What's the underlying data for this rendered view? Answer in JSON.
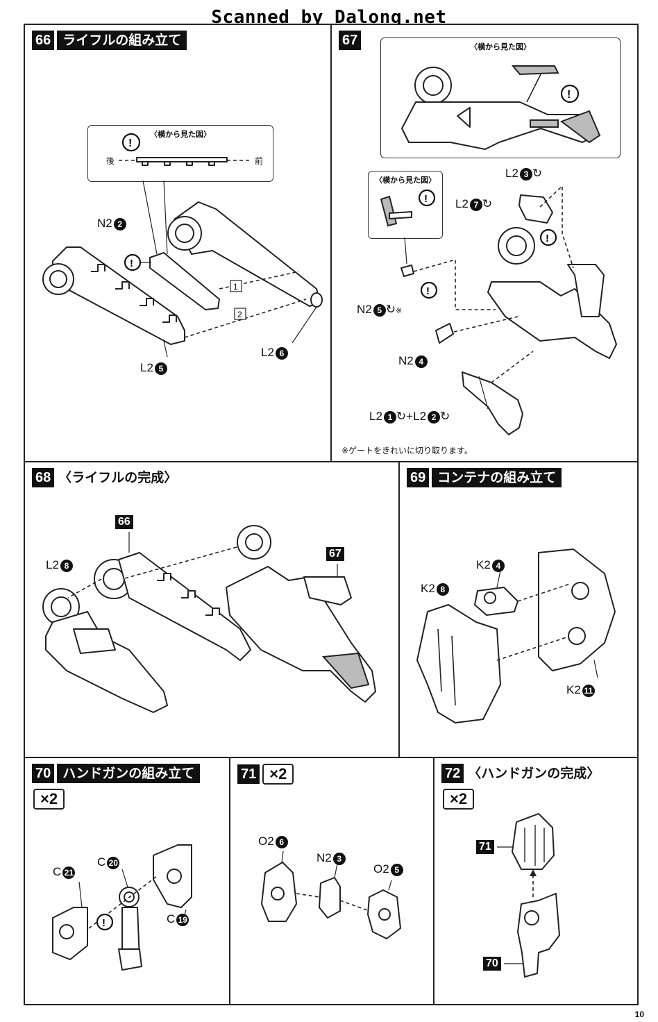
{
  "watermark": "Scanned by Dalong.net",
  "page_number": "10",
  "steps": {
    "s66": {
      "num": "66",
      "title": "ライフルの組み立て",
      "inset_title": "〈横から見た図〉",
      "inset_back": "後",
      "inset_front": "前",
      "labels": {
        "n2": "N2",
        "l2a": "L2",
        "l2b": "L2"
      },
      "nums": {
        "n2": "2",
        "l2a": "5",
        "l2b": "6"
      },
      "seq1": "1",
      "seq2": "2"
    },
    "s67": {
      "num": "67",
      "inset_title_top": "〈横から見た図〉",
      "inset_title_small": "〈横から見た図〉",
      "labels": {
        "l2_3": "L2",
        "l2_7": "L2",
        "n2_5": "N2",
        "n2_4": "N2",
        "l2_1": "L2",
        "l2_2": "L2"
      },
      "nums": {
        "l2_3": "3",
        "l2_7": "7",
        "n2_5": "5",
        "n2_4": "4",
        "l2_1": "1",
        "l2_2": "2"
      },
      "plus": "+",
      "ref_mark": "※",
      "note": "※ゲートをきれいに切り取ります。"
    },
    "s68": {
      "num": "68",
      "title": "〈ライフルの完成〉",
      "labels": {
        "l2": "L2"
      },
      "nums": {
        "l2": "8"
      },
      "ref66": "66",
      "ref67": "67"
    },
    "s69": {
      "num": "69",
      "title": "コンテナの組み立て",
      "labels": {
        "k2a": "K2",
        "k2b": "K2",
        "k2c": "K2"
      },
      "nums": {
        "k2a": "4",
        "k2b": "8",
        "k2c": "11"
      }
    },
    "s70": {
      "num": "70",
      "title": "ハンドガンの組み立て",
      "times": "×2",
      "labels": {
        "c21": "C",
        "c20": "C",
        "c19": "C"
      },
      "nums": {
        "c21": "21",
        "c20": "20",
        "c19": "19"
      }
    },
    "s71": {
      "num": "71",
      "times": "×2",
      "labels": {
        "o6": "O2",
        "n3": "N2",
        "o5": "O2"
      },
      "nums": {
        "o6": "6",
        "n3": "3",
        "o5": "5"
      }
    },
    "s72": {
      "num": "72",
      "title": "〈ハンドガンの完成〉",
      "times": "×2",
      "ref71": "71",
      "ref70": "70"
    }
  }
}
